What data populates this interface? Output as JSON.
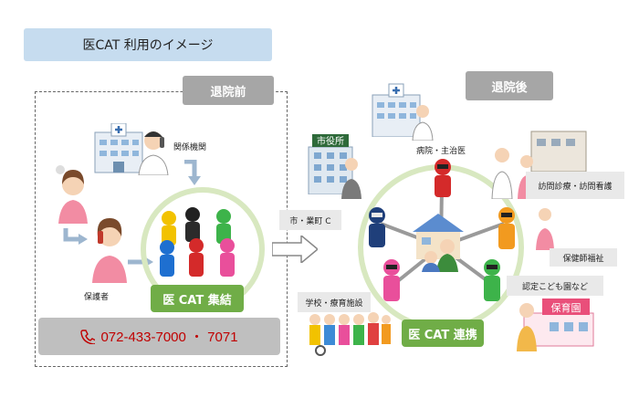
{
  "header": {
    "title": "医CAT 利用のイメージ"
  },
  "before": {
    "tag": "退院前",
    "label_related": "関係機関",
    "label_guardian": "保護者",
    "group_label": "医 CAT 集結",
    "phone_text": "072-433-7000 ・ 7071",
    "phone_icon": "phone-icon"
  },
  "arrow_label": "市・業町 C",
  "after": {
    "tag": "退院後",
    "label_hospital": "病院・主治医",
    "label_visit": "訪問診療・訪問看護",
    "label_health": "保健師福祉",
    "label_nursery": "認定こども園など",
    "label_school": "学校・療育施設",
    "group_label": "医 CAT 連携",
    "building_sign": "市役所",
    "nursery_sign": "保育園"
  },
  "colors": {
    "title_bg": "#c6dcef",
    "tag_bg": "#a6a6a6",
    "green": "#70ad47",
    "phone_red": "#c00000"
  }
}
